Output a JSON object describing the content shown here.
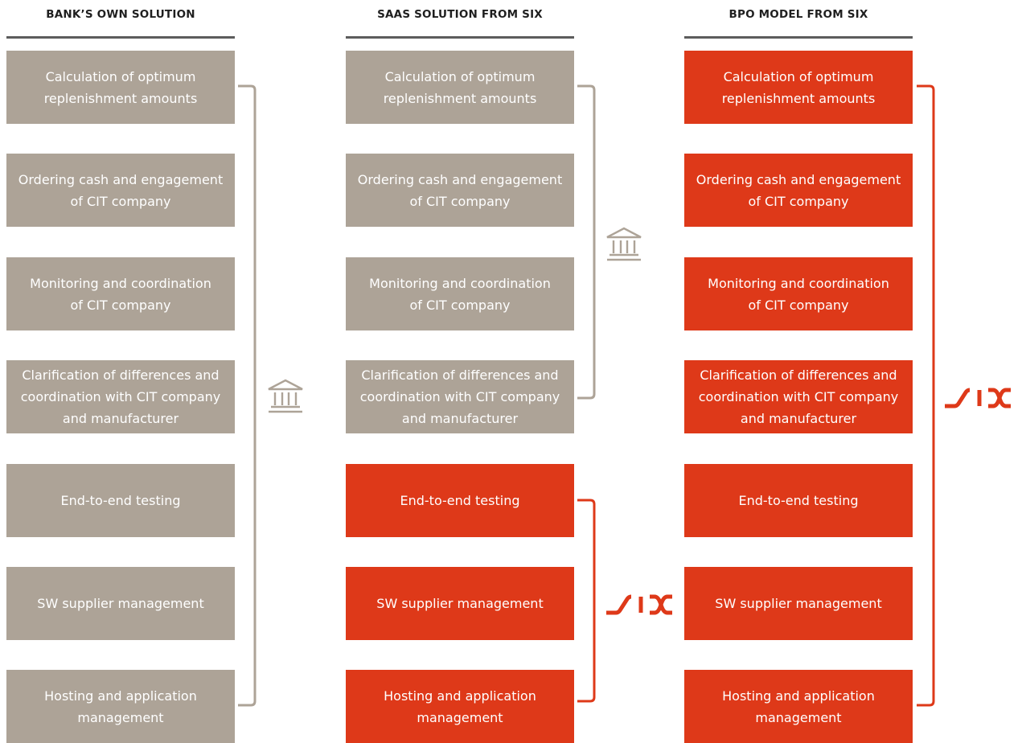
{
  "columns": [
    {
      "title": "BANK’S OWN SOLUTION",
      "steps": [
        "Calculation of optimum\nreplenishment amounts",
        "Ordering cash and engagement\nof CIT company",
        "Monitoring and coordination\nof CIT company",
        "Clarification of differences and\ncoordination with CIT company\nand manufacturer",
        "End-to-end testing",
        "SW supplier management",
        "Hosting and application\nmanagement"
      ]
    },
    {
      "title": "SAAS SOLUTION FROM SIX",
      "steps": [
        "Calculation of optimum\nreplenishment amounts",
        "Ordering cash and engagement\nof CIT company",
        "Monitoring and coordination\nof CIT company",
        "Clarification of differences and\ncoordination with CIT company\nand manufacturer",
        "End-to-end testing",
        "SW supplier management",
        "Hosting and application\nmanagement"
      ]
    },
    {
      "title": "BPO MODEL FROM SIX",
      "steps": [
        "Calculation of optimum\nreplenishment amounts",
        "Ordering cash and engagement\nof CIT company",
        "Monitoring and coordination\nof CIT company",
        "Clarification of differences and\ncoordination with CIT company\nand manufacturer",
        "End-to-end testing",
        "SW supplier management",
        "Hosting and application\nmanagement"
      ]
    }
  ],
  "colors": {
    "bank": "#ada397",
    "six": "#de3919",
    "rule": "#5c5c5c"
  },
  "icons": {
    "bank": "bank-building-icon",
    "six_logo": "six-logo-icon"
  }
}
